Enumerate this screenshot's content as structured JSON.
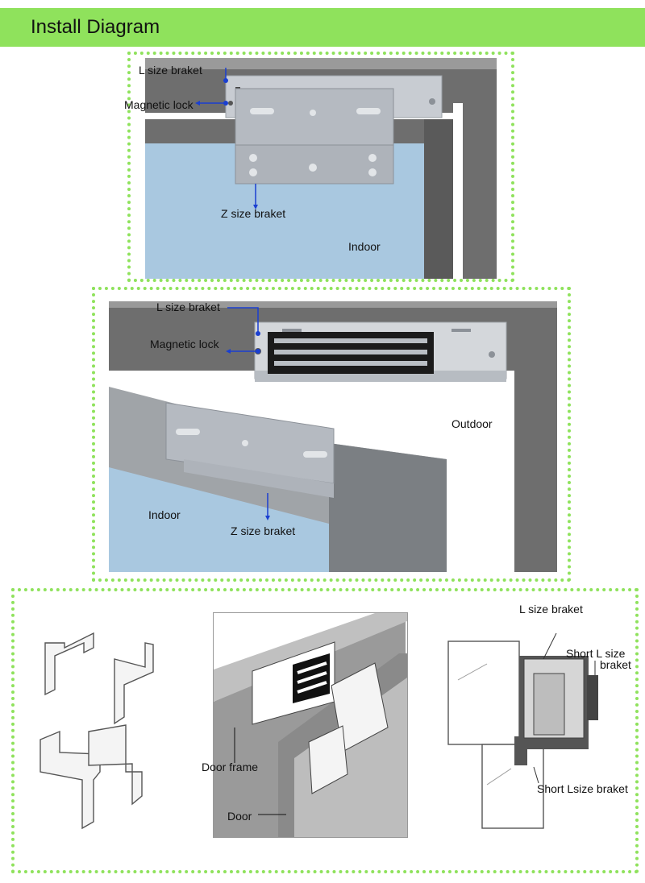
{
  "header": {
    "title": "Install Diagram"
  },
  "panel1": {
    "label_l_bracket": "L size braket",
    "label_magnetic_lock": "Magnetic lock",
    "label_z_bracket": "Z size braket",
    "label_indoor": "Indoor"
  },
  "panel2": {
    "label_l_bracket": "L size braket",
    "label_magnetic_lock": "Magnetic lock",
    "label_outdoor": "Outdoor",
    "label_indoor": "Indoor",
    "label_z_bracket": "Z size braket"
  },
  "panel3": {
    "label_door_frame": "Door frame",
    "label_door": "Door",
    "label_l_bracket": "L size braket",
    "label_short_l_top_1": "Short L size",
    "label_short_l_top_2": "braket",
    "label_short_l_bottom": "Short Lsize braket"
  },
  "colors": {
    "accent_green": "#8fe25c",
    "frame_gray": "#6e6e6e",
    "door_blue": "#a9c8e0",
    "metal": "#c8ccd2",
    "arrow_blue": "#1a3fd1"
  }
}
